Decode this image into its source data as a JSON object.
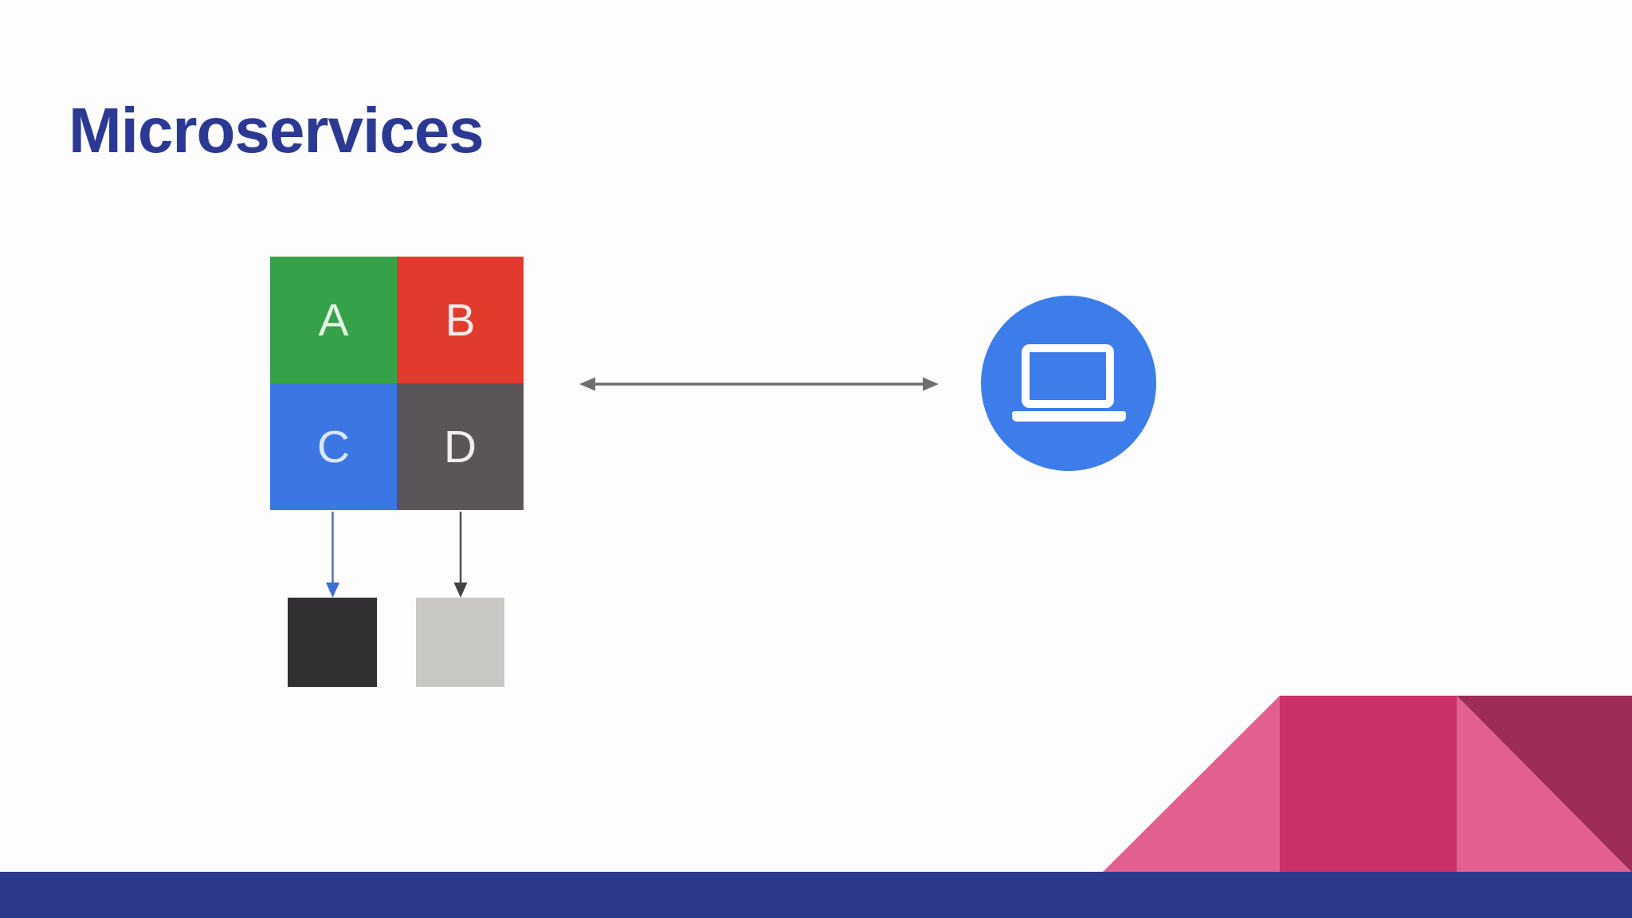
{
  "slide": {
    "title": "Microservices",
    "title_color": "#2B3993",
    "background": "#FDFDFD"
  },
  "diagram": {
    "grid_cells": [
      {
        "label": "A",
        "bg": "#35A148",
        "fg": "#E3F4E2"
      },
      {
        "label": "B",
        "bg": "#E13B2E",
        "fg": "#F7ECEA"
      },
      {
        "label": "C",
        "bg": "#3B76E3",
        "fg": "#D9E7FA"
      },
      {
        "label": "D",
        "bg": "#595559",
        "fg": "#EFEDEF"
      }
    ],
    "child_boxes": {
      "dark_bg": "#312F31",
      "light_bg": "#C9C8C4"
    },
    "arrows": {
      "blue_shaft": "#5672A8",
      "blue_head": "#3D6FD6",
      "gray_shaft": "#4D4D4D",
      "gray_head": "#434343",
      "double_arrow": "#6E6E6E"
    },
    "client": {
      "icon": "laptop-icon",
      "circle_bg": "#3D7DE9",
      "icon_color": "#FFFFFF"
    }
  },
  "decoration": {
    "pink_light": "#E2608F",
    "pink_dark": "#CB3168",
    "maroon": "#9E2C56"
  },
  "footer": {
    "bar_color": "#2D398B"
  }
}
